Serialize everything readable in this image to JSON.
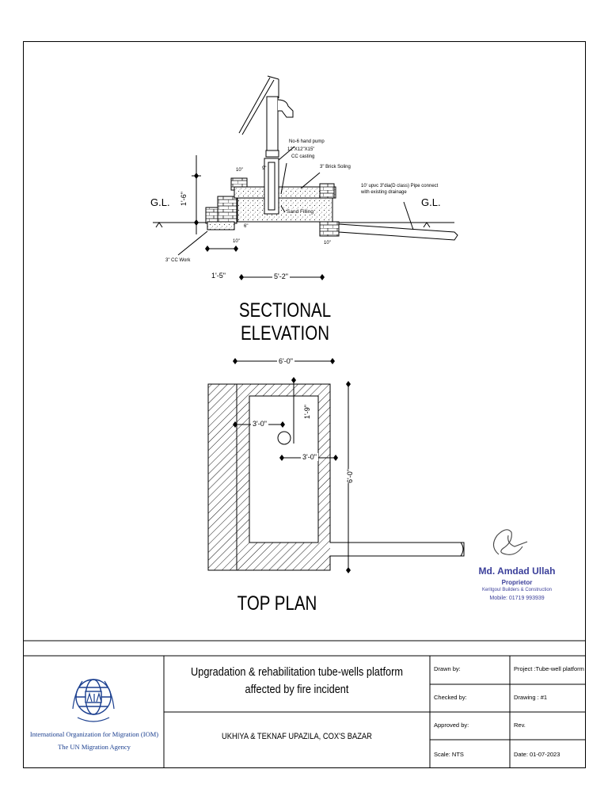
{
  "elevation": {
    "title": "SECTIONAL ELEVATION",
    "labels": {
      "pump": "No-6 hand pump",
      "casting_1": "12\"X12\"X15\"",
      "casting_2": "CC casting",
      "soling": "3\" Brick Soling",
      "pipe_1": "10' upvc 3\"dia(D class) Pipe connect",
      "pipe_2": "with existing drainage",
      "gl_left": "G.L.",
      "gl_right": "G.L.",
      "sand": "Sand Filling",
      "cc_work": "3\" CC Work",
      "dim_10_top": "10\"",
      "dim_9": "9\"",
      "dim_height": "1'-6\"",
      "dim_6": "6\"",
      "dim_10_left": "10\"",
      "dim_10_right": "10\"",
      "dim_1_5": "1'-5\"",
      "dim_5_2": "5'-2\""
    }
  },
  "plan": {
    "title": "TOP PLAN",
    "labels": {
      "dim_width": "6'-0\"",
      "dim_height": "6'-0\"",
      "dim_1_9": "1'-9\"",
      "dim_3_left": "3'-0\"",
      "dim_3_mid": "3'-0\""
    }
  },
  "stamp": {
    "name": "Md. Amdad Ullah",
    "role": "Proprietor",
    "line3": "Keritgoul Builders & Construction",
    "line4": "Mobile: 01719 993939"
  },
  "title_block": {
    "org_name": "International Organization for Migration (IOM)",
    "org_tagline": "The UN Migration Agency",
    "project_title": "Upgradation & rehabilitation tube-wells platform affected by fire incident",
    "location": "UKHIYA & TEKNAF UPAZILA, COX'S BAZAR",
    "drawn_by": "Drawn by:",
    "checked_by": "Checked by:",
    "approved_by": "Approved by:",
    "scale": "Scale: NTS",
    "project": "Project :Tube-well platform",
    "drawing": "Drawing : #1",
    "rev": "Rev.",
    "date": "Date:  01-07-2023"
  },
  "colors": {
    "ink": "#000000",
    "stamp": "#3b3f9a",
    "logo": "#1b3f8f"
  }
}
